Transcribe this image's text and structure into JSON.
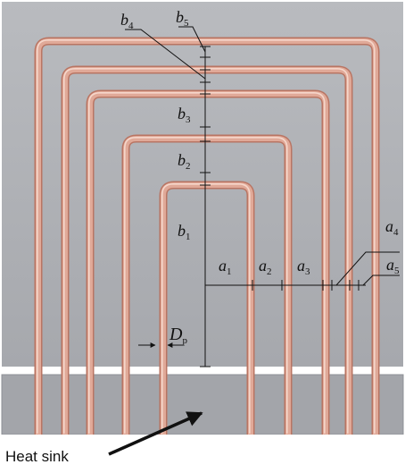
{
  "diagram": {
    "colors": {
      "background": "#a9abb0",
      "background_top": "#b7b9bd",
      "pipe_outline": "#b97563",
      "pipe_fill": "#e0a998",
      "pipe_highlight": "#f5d6ca",
      "separator": "#ffffff",
      "sink": "#a3a5aa",
      "dim_line": "#111111"
    },
    "labels": {
      "b1": {
        "main": "b",
        "sub": "1"
      },
      "b2": {
        "main": "b",
        "sub": "2"
      },
      "b3": {
        "main": "b",
        "sub": "3"
      },
      "b4": {
        "main": "b",
        "sub": "4"
      },
      "b5": {
        "main": "b",
        "sub": "5"
      },
      "a1": {
        "main": "a",
        "sub": "1"
      },
      "a2": {
        "main": "a",
        "sub": "2"
      },
      "a3": {
        "main": "a",
        "sub": "3"
      },
      "a4": {
        "main": "a",
        "sub": "4"
      },
      "a5": {
        "main": "a",
        "sub": "5"
      },
      "dp": {
        "main": "D",
        "sub": "p"
      }
    },
    "callout_text": "Heat sink"
  }
}
